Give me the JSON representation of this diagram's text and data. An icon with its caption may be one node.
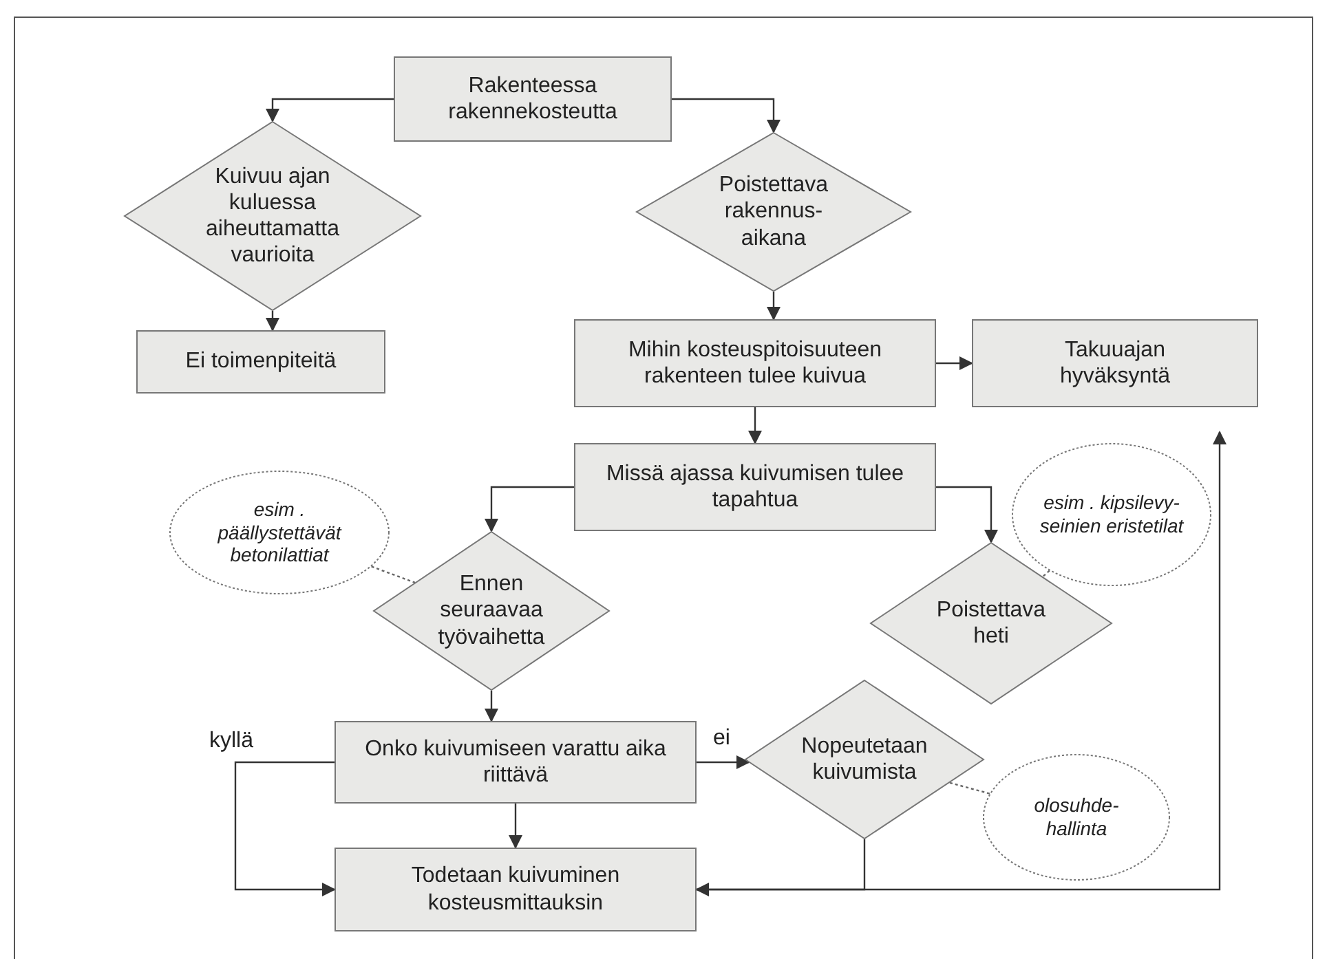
{
  "diagram": {
    "nodes": [
      {
        "text": [
          "Rakenteessa rakennekosteutta"
        ]
      },
      {
        "text": [
          "Kuivuu ajan kuluessa aiheuttamatta vaurioita"
        ]
      },
      {
        "text": [
          "Poistettava rakennus- aikana"
        ]
      },
      {
        "text": [
          "Ei toimenpiteitä"
        ]
      },
      {
        "text": [
          "Mihin kosteuspitoisuuteen rakenteen tulee kuivua"
        ]
      },
      {
        "text": [
          "Takuuajan hyväksyntä"
        ]
      },
      {
        "text": [
          "Missä ajassa kuivumisen tulee tapahtua"
        ]
      },
      {
        "text": [
          "esim . päällystettävät betonilattiat"
        ]
      },
      {
        "text": [
          "Ennen seuraavaa työvaihetta"
        ]
      },
      {
        "text": [
          "Poistettava heti"
        ]
      },
      {
        "text": [
          "esim . kipsilevy- seinien eristetilat"
        ]
      },
      {
        "text": [
          "Onko kuivumiseen varattu aika riittävä"
        ]
      },
      {
        "text": [
          "Nopeutetaan kuivumista"
        ]
      },
      {
        "text": [
          "olosuhde- hallinta"
        ]
      },
      {
        "text": [
          "Todetaan kuivuminen kosteusmittauksin"
        ]
      }
    ],
    "edges": [
      {
        "from": 0,
        "to": 1,
        "arrow": "to"
      },
      {
        "from": 0,
        "to": 2,
        "arrow": "to"
      },
      {
        "from": 1,
        "to": 3,
        "arrow": "to"
      },
      {
        "from": 2,
        "to": 4,
        "arrow": "to"
      },
      {
        "from": 4,
        "to": 5,
        "arrow": "to"
      },
      {
        "from": 4,
        "to": 6,
        "arrow": "to"
      },
      {
        "from": 6,
        "to": 8,
        "arrow": "to"
      },
      {
        "from": 6,
        "to": 9,
        "arrow": "to"
      },
      {
        "from": 8,
        "to": 11,
        "arrow": "to"
      },
      {
        "from": 11,
        "to": 12,
        "arrow": "to",
        "label": "ei"
      },
      {
        "from": 11,
        "to": 14,
        "arrow": "to"
      },
      {
        "from": 11,
        "to": 14,
        "arrow": "to",
        "label": "kyllä"
      },
      {
        "from": 12,
        "to": 14,
        "arrow": "to"
      },
      {
        "from": 14,
        "to": 5,
        "arrow": "to"
      },
      {
        "from": 7,
        "to": 8,
        "arrow": "none",
        "style": "dashed"
      },
      {
        "from": 10,
        "to": 9,
        "arrow": "none",
        "style": "dashed"
      },
      {
        "from": 13,
        "to": 12,
        "arrow": "none",
        "style": "dashed"
      }
    ]
  }
}
